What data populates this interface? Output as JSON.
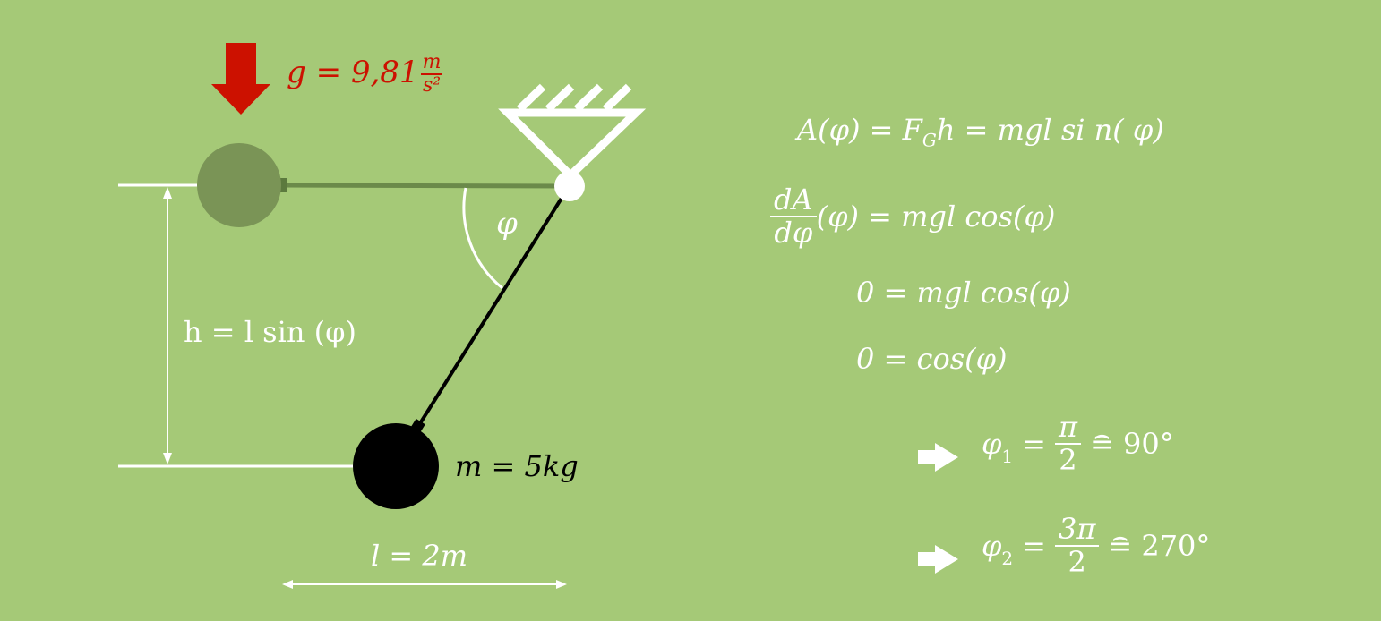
{
  "colors": {
    "background": "#a5c977",
    "white": "#ffffff",
    "black": "#000000",
    "gravity_red": "#cc1100",
    "ghost_mass": "#7a9456",
    "ghost_rod": "#6b8a4a"
  },
  "gravity": {
    "icon": "down-arrow-icon",
    "label_lhs": "g = 9,81",
    "unit_num": "m",
    "unit_den": "s²"
  },
  "angle_label": "φ",
  "height_label": "h = l sin (φ)",
  "mass_label": "m = 5kg",
  "length_label": "l = 2m",
  "equations": {
    "eq1": "A(φ) = F",
    "eq1_sub": "G",
    "eq1_rest": "h = mgl si n( φ)",
    "eq2_num": "dA",
    "eq2_den": "dφ",
    "eq2_rest": "(φ) = mgl cos(φ)",
    "eq3": "0 = mgl cos(φ)",
    "eq4": "0 = cos(φ)",
    "sol1_lhs": "φ",
    "sol1_sub": "1",
    "sol1_num": "π",
    "sol1_den": "2",
    "sol1_rhs": "≘ 90°",
    "sol2_lhs": "φ",
    "sol2_sub": "2",
    "sol2_num": "3π",
    "sol2_den": "2",
    "sol2_rhs": "≘ 270°",
    "implies_icon": "right-arrow-icon"
  }
}
